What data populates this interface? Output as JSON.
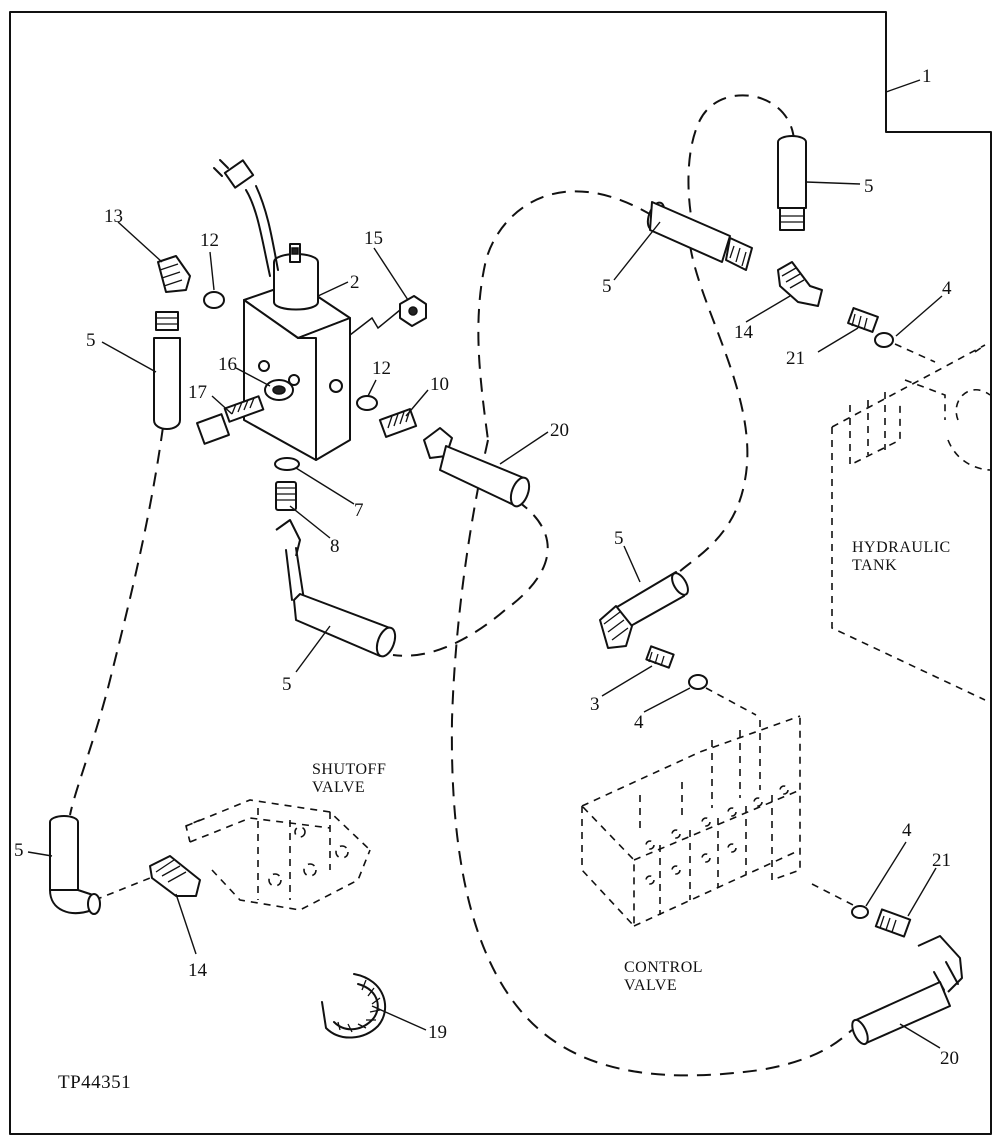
{
  "figure_id": "TP44351",
  "component_labels": {
    "hydraulic_tank": [
      "HYDRAULIC",
      "TANK"
    ],
    "shutoff_valve": [
      "SHUTOFF",
      "VALVE"
    ],
    "control_valve": [
      "CONTROL",
      "VALVE"
    ]
  },
  "callouts": {
    "c1": "1",
    "c2": "2",
    "c3": "3",
    "c4a": "4",
    "c4b": "4",
    "c4c": "4",
    "c5a": "5",
    "c5b": "5",
    "c5c": "5",
    "c5d": "5",
    "c5e": "5",
    "c5f": "5",
    "c7": "7",
    "c8": "8",
    "c10": "10",
    "c12a": "12",
    "c12b": "12",
    "c13": "13",
    "c14a": "14",
    "c14b": "14",
    "c15": "15",
    "c16": "16",
    "c17": "17",
    "c19": "19",
    "c20a": "20",
    "c20b": "20",
    "c21a": "21",
    "c21b": "21"
  }
}
